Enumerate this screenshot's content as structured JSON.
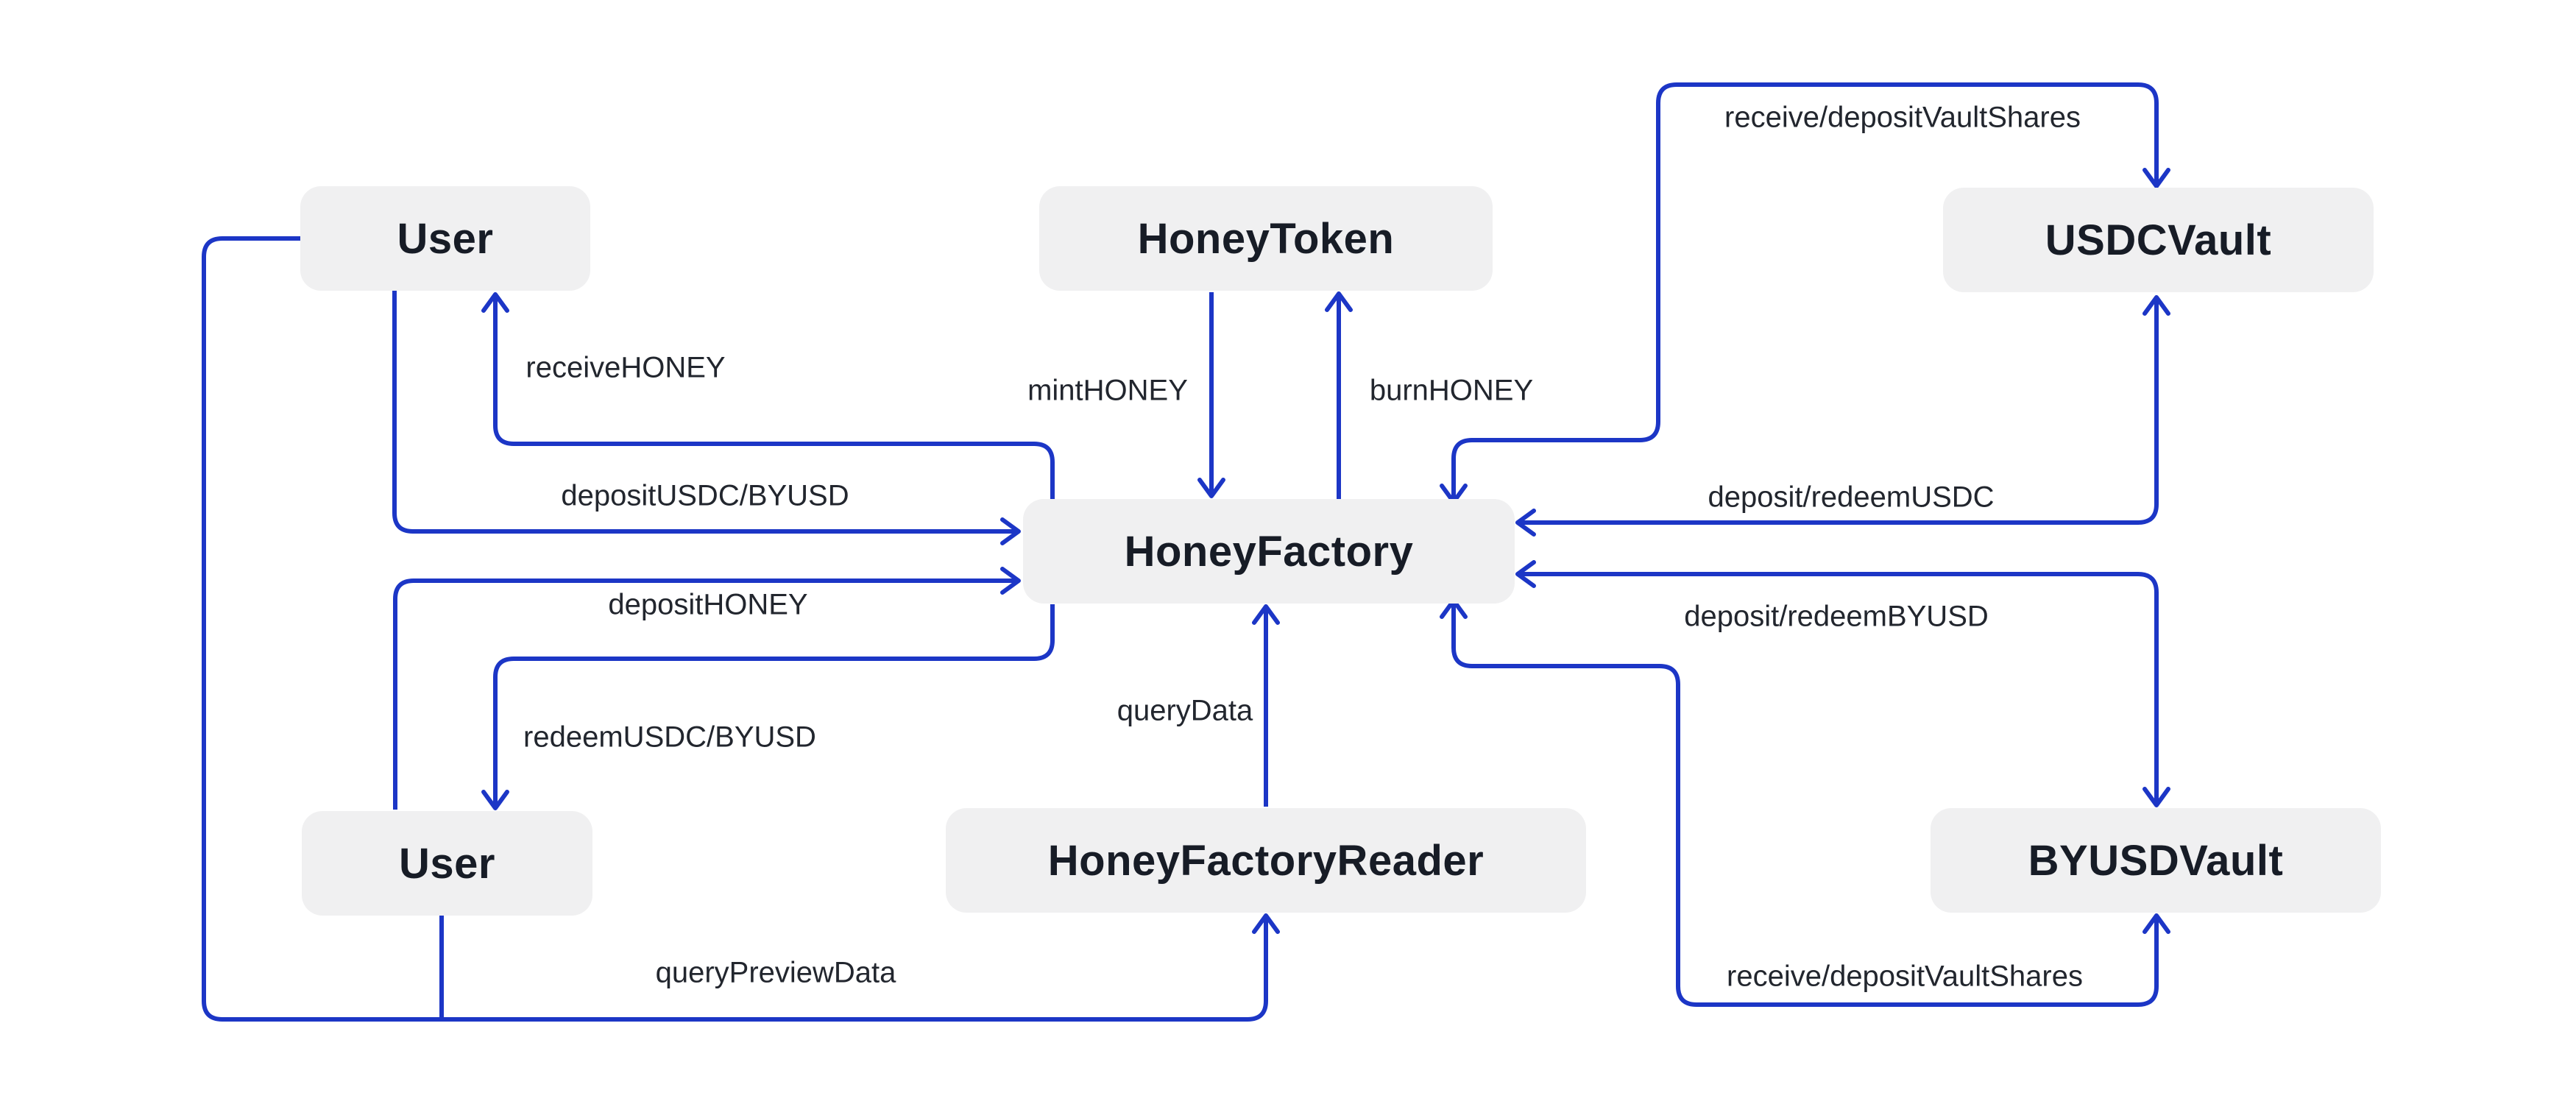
{
  "diagram": {
    "type": "flowchart",
    "colors": {
      "background": "#ffffff",
      "connector_blue": "#1c36c6",
      "node_fill": "#f0f0f1",
      "node_text": "#171c26",
      "edge_label_text": "#22262e"
    },
    "nodes": [
      {
        "id": "user-top",
        "label": "User"
      },
      {
        "id": "honey-token",
        "label": "HoneyToken"
      },
      {
        "id": "usdc-vault",
        "label": "USDCVault"
      },
      {
        "id": "honey-factory",
        "label": "HoneyFactory"
      },
      {
        "id": "user-bottom",
        "label": "User"
      },
      {
        "id": "honey-factory-reader",
        "label": "HoneyFactoryReader"
      },
      {
        "id": "byusd-vault",
        "label": "BYUSDVault"
      }
    ],
    "edges": [
      {
        "id": "receive-honey",
        "label": "receiveHONEY",
        "from": "HoneyFactory",
        "to": "User (top)"
      },
      {
        "id": "deposit-usdc-byusd",
        "label": "depositUSDC/BYUSD",
        "from": "User (top)",
        "to": "HoneyFactory"
      },
      {
        "id": "deposit-honey",
        "label": "depositHONEY",
        "from": "User (bottom)",
        "to": "HoneyFactory"
      },
      {
        "id": "redeem-usdc-byusd",
        "label": "redeemUSDC/BYUSD",
        "from": "HoneyFactory",
        "to": "User (bottom)"
      },
      {
        "id": "mint-honey",
        "label": "mintHONEY",
        "from": "HoneyToken",
        "to": "HoneyFactory"
      },
      {
        "id": "burn-honey",
        "label": "burnHONEY",
        "from": "HoneyFactory",
        "to": "HoneyToken"
      },
      {
        "id": "receive-deposit-vault-shares-top",
        "label": "receive/depositVaultShares",
        "from": "HoneyFactory",
        "to": "USDCVault"
      },
      {
        "id": "deposit-redeem-usdc",
        "label": "deposit/redeemUSDC",
        "from": "USDCVault",
        "to": "HoneyFactory"
      },
      {
        "id": "deposit-redeem-byusd",
        "label": "deposit/redeemBYUSD",
        "from": "BYUSDVault",
        "to": "HoneyFactory"
      },
      {
        "id": "receive-deposit-vault-shares-bottom",
        "label": "receive/depositVaultShares",
        "from": "HoneyFactory",
        "to": "BYUSDVault"
      },
      {
        "id": "query-data",
        "label": "queryData",
        "from": "HoneyFactoryReader",
        "to": "HoneyFactory"
      },
      {
        "id": "query-preview-data",
        "label": "queryPreviewData",
        "from": "User",
        "to": "HoneyFactoryReader"
      }
    ]
  }
}
